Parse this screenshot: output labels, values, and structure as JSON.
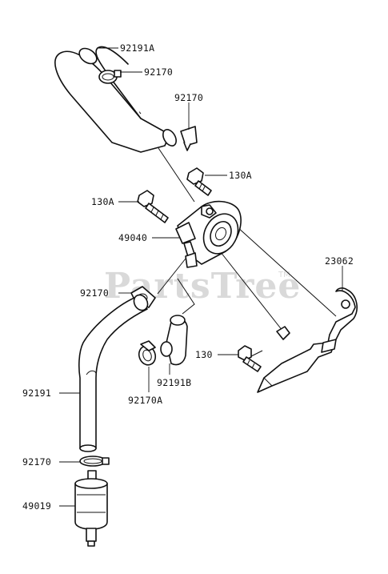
{
  "labels": {
    "hose_upper": "92191A",
    "clamp_upper": "92170",
    "clamp_mid": "92170",
    "bolt_right": "130A",
    "bolt_left": "130A",
    "filter_body": "49040",
    "bracket": "23062",
    "clamp_lower_left": "92170",
    "bolt_bracket": "130",
    "hose_short": "92191B",
    "clamp_a": "92170A",
    "hose_lower": "92191",
    "clamp_bottom": "92170",
    "fuel_filter": "49019"
  },
  "watermark": {
    "text": "PartsTree",
    "tm": "TM"
  },
  "colors": {
    "line": "#111111",
    "watermark": "#d9d9d9",
    "background": "#ffffff"
  }
}
